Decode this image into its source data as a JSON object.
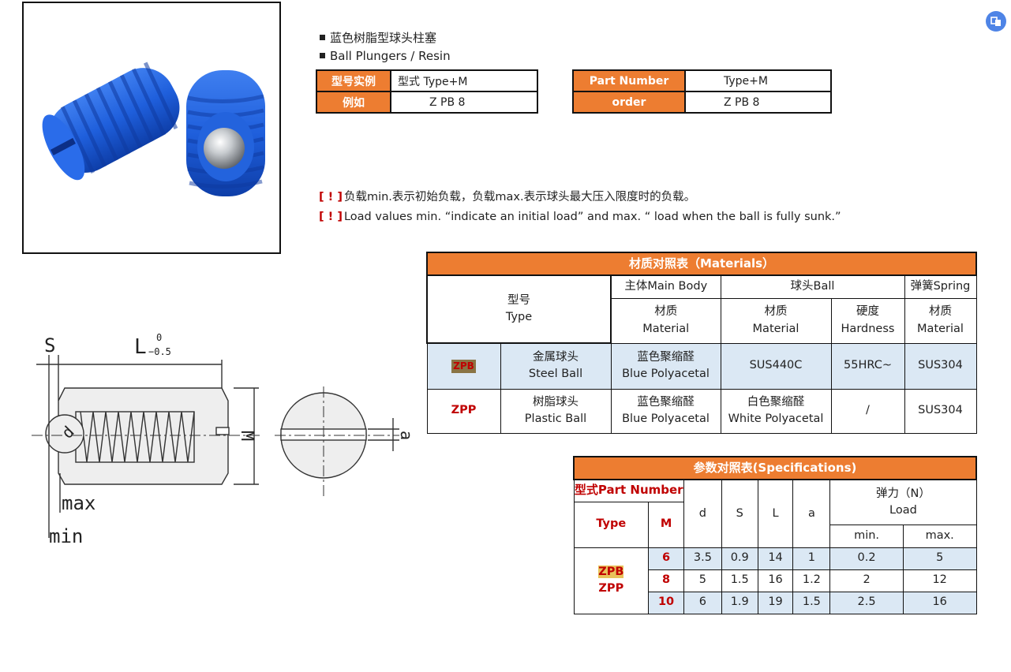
{
  "header": {
    "bullet_cn": "蓝色树脂型球头柱塞",
    "bullet_en": "Ball Plungers / Resin"
  },
  "info_table_cn": {
    "row1_label": "型号实例",
    "row1_value": "型式  Type+M",
    "row2_label": "例如",
    "row2_value": "Z PB 8"
  },
  "info_table_en": {
    "row1_label": "Part Number",
    "row1_value": "Type+M",
    "row2_label": "order",
    "row2_value": "Z PB 8"
  },
  "notes": {
    "mark": "[ ! ]",
    "cn": "负载min.表示初始负载，负载max.表示球头最大压入限度时的负载。",
    "en": "Load values min. “indicate an initial load” and max. “ load when the ball is fully sunk.”"
  },
  "drawing": {
    "s_label": "S",
    "l_label": "L",
    "l_tol_upper": "0",
    "l_tol_lower": "−0.5",
    "m_label": "M",
    "d_label": "d",
    "a_label": "a",
    "max_label": "max",
    "min_label": "min"
  },
  "materials": {
    "title": "材质对照表（Materials）",
    "col_type_cn": "型号",
    "col_type_en": "Type",
    "col_body": "主体Main Body",
    "col_ball": "球头Ball",
    "col_spring": "弹簧Spring",
    "sub_material_cn": "材质",
    "sub_material_en": "Material",
    "sub_hardness_cn": "硬度",
    "sub_hardness_en": "Hardness",
    "rows": [
      {
        "code": "ZPB",
        "type_cn": "金属球头",
        "type_en": "Steel Ball",
        "body_cn": "蓝色聚缩醛",
        "body_en": "Blue Polyacetal",
        "ball": "SUS440C",
        "hardness": "55HRC~",
        "spring": "SUS304"
      },
      {
        "code": "ZPP",
        "type_cn": "树脂球头",
        "type_en": "Plastic Ball",
        "body_cn": "蓝色聚缩醛",
        "body_en": "Blue Polyacetal",
        "ball_cn": "白色聚缩醛",
        "ball_en": "White Polyacetal",
        "hardness": "/",
        "spring": "SUS304"
      }
    ]
  },
  "specs": {
    "title": "参数对照表(Specifications)",
    "part_number": "型式Part Number",
    "type": "Type",
    "m": "M",
    "d": "d",
    "s": "S",
    "l": "L",
    "a": "a",
    "load_cn": "弹力（N）",
    "load_en": "Load",
    "min": "min.",
    "max": "max.",
    "types": [
      "ZPB",
      "ZPP"
    ],
    "rows": [
      {
        "m": "6",
        "d": "3.5",
        "s": "0.9",
        "l": "14",
        "a": "1",
        "min": "0.2",
        "max": "5"
      },
      {
        "m": "8",
        "d": "5",
        "s": "1.5",
        "l": "16",
        "a": "1.2",
        "min": "2",
        "max": "12"
      },
      {
        "m": "10",
        "d": "6",
        "s": "1.9",
        "l": "19",
        "a": "1.5",
        "min": "2.5",
        "max": "16"
      }
    ]
  },
  "colors": {
    "orange": "#ed7d31",
    "red": "#c00000",
    "blue_row": "#dbe8f4",
    "plunger_blue": "#1e5ed8"
  }
}
